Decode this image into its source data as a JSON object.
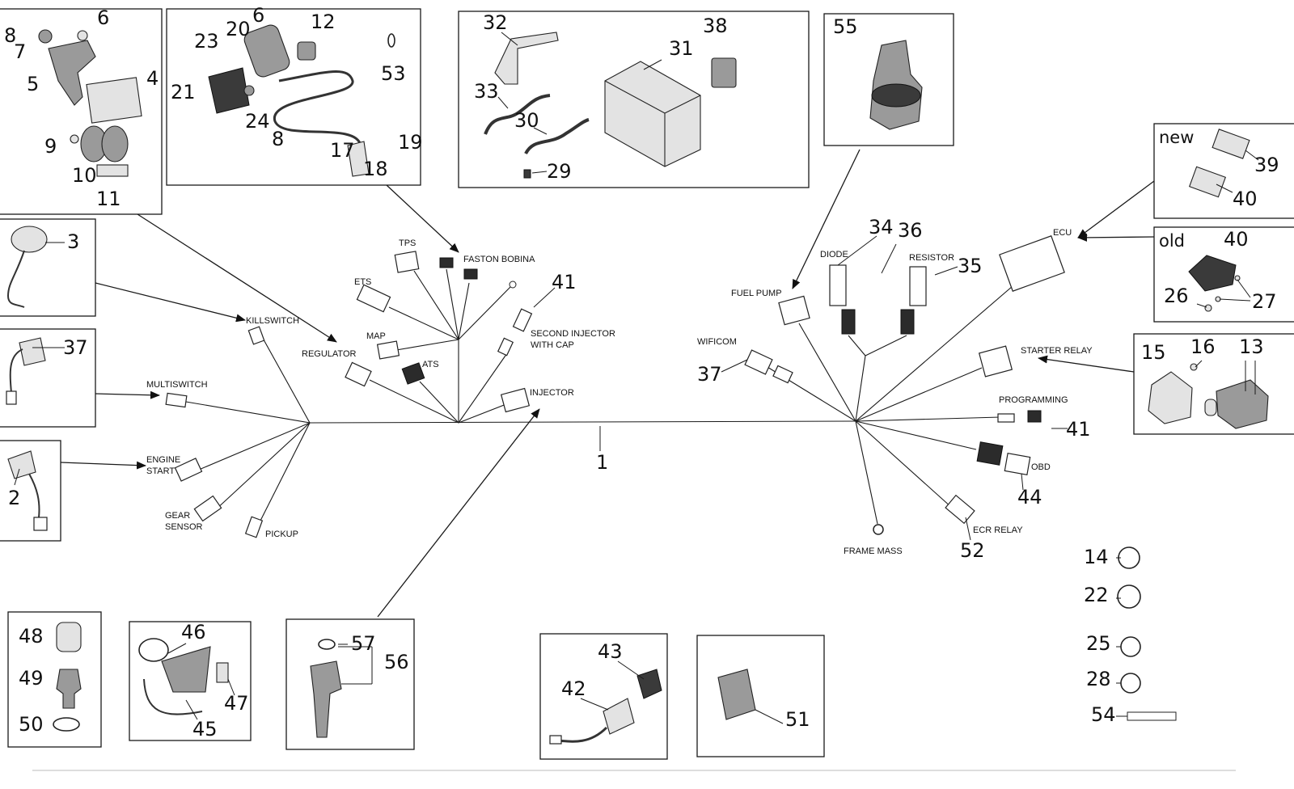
{
  "callouts": {
    "c1": "1",
    "c2": "2",
    "c3": "3",
    "c4": "4",
    "c5": "5",
    "c6": "6",
    "c7": "7",
    "c8": "8",
    "c9": "9",
    "c10": "10",
    "c11": "11",
    "c12": "12",
    "c13": "13",
    "c14": "14",
    "c15": "15",
    "c16": "16",
    "c17": "17",
    "c18": "18",
    "c19": "19",
    "c20": "20",
    "c21": "21",
    "c22": "22",
    "c23": "23",
    "c24": "24",
    "c25": "25",
    "c26": "26",
    "c27": "27",
    "c28": "28",
    "c29": "29",
    "c30": "30",
    "c31": "31",
    "c32": "32",
    "c33": "33",
    "c34": "34",
    "c35": "35",
    "c36": "36",
    "c37": "37",
    "c38": "38",
    "c39": "39",
    "c40": "40",
    "c41": "41",
    "c42": "42",
    "c43": "43",
    "c44": "44",
    "c45": "45",
    "c46": "46",
    "c47": "47",
    "c48": "48",
    "c49": "49",
    "c50": "50",
    "c51": "51",
    "c52": "52",
    "c53": "53",
    "c54": "54",
    "c55": "55",
    "c56": "56",
    "c57": "57"
  },
  "connector_labels": {
    "killswitch": "KILLSWITCH",
    "regulator": "REGULATOR",
    "multiswitch": "MULTISWITCH",
    "engine_start_1": "ENGINE",
    "engine_start_2": "START",
    "gear_sensor_1": "GEAR",
    "gear_sensor_2": "SENSOR",
    "pickup": "PICKUP",
    "tps": "TPS",
    "faston_bobina": "FASTON BOBINA",
    "ets": "ETS",
    "map": "MAP",
    "ats": "ATS",
    "second_injector_1": "SECOND INJECTOR",
    "second_injector_2": "WITH CAP",
    "injector": "INJECTOR",
    "diode": "DIODE",
    "resistor": "RESISTOR",
    "fuel_pump": "FUEL PUMP",
    "ecu": "ECU",
    "wificom": "WIFICOM",
    "starter_relay": "STARTER RELAY",
    "programming": "PROGRAMMING",
    "obd": "OBD",
    "frame_mass": "FRAME MASS",
    "ecr_relay": "ECR RELAY"
  },
  "variant_tags": {
    "new": "new",
    "old": "old"
  }
}
